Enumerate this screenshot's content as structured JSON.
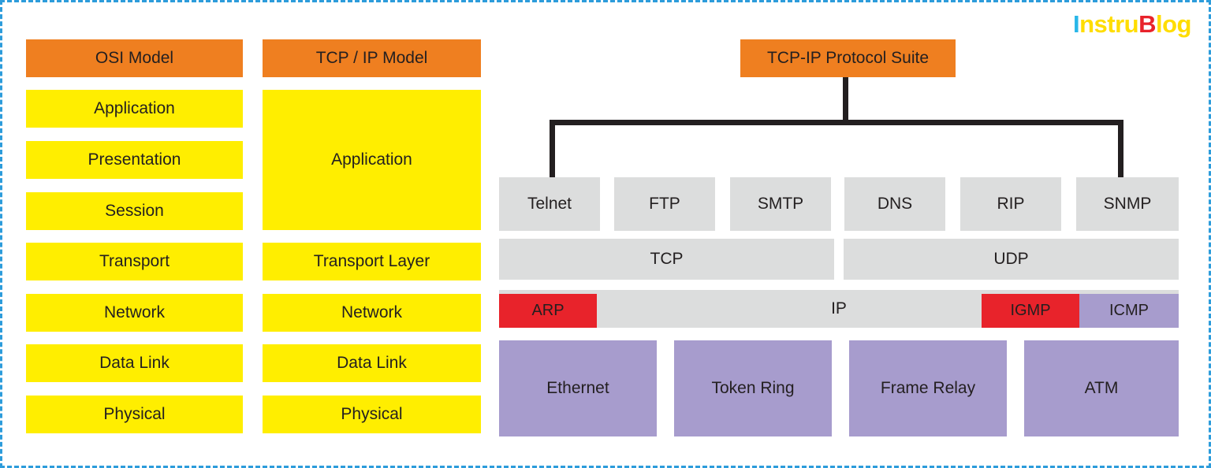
{
  "meta": {
    "logo": {
      "part1": "I",
      "part2": "nstru",
      "part3": "B",
      "part4": "log",
      "colors": {
        "cyan": "#29b6e8",
        "yellow": "#ffdd00",
        "red": "#e8232b"
      }
    },
    "border_color": "#2d9cdb",
    "palette": {
      "orange": "#ef7f20",
      "yellow": "#ffee00",
      "grey": "#dcdddd",
      "red": "#e8232b",
      "purple": "#a79ccd",
      "line": "#231f20"
    }
  },
  "osi_column": {
    "header": "OSI Model",
    "layers": [
      {
        "label": "Application"
      },
      {
        "label": "Presentation"
      },
      {
        "label": "Session"
      },
      {
        "label": "Transport"
      },
      {
        "label": "Network"
      },
      {
        "label": "Data Link"
      },
      {
        "label": "Physical"
      }
    ]
  },
  "tcpip_column": {
    "header": "TCP / IP Model",
    "layers": [
      {
        "label": "Application"
      },
      {
        "label": "Transport Layer"
      },
      {
        "label": "Network"
      },
      {
        "label": "Data Link"
      },
      {
        "label": "Physical"
      }
    ]
  },
  "suite": {
    "header": "TCP-IP Protocol Suite",
    "application_protocols": [
      {
        "label": "Telnet"
      },
      {
        "label": "FTP"
      },
      {
        "label": "SMTP"
      },
      {
        "label": "DNS"
      },
      {
        "label": "RIP"
      },
      {
        "label": "SNMP"
      }
    ],
    "transport_protocols": [
      {
        "label": "TCP"
      },
      {
        "label": "UDP"
      }
    ],
    "internet_layer": {
      "base": "IP",
      "left_badge": "ARP",
      "right_badges": [
        {
          "label": "IGMP"
        },
        {
          "label": "ICMP"
        }
      ]
    },
    "link_technologies": [
      {
        "label": "Ethernet"
      },
      {
        "label": "Token Ring"
      },
      {
        "label": "Frame Relay"
      },
      {
        "label": "ATM"
      }
    ]
  }
}
